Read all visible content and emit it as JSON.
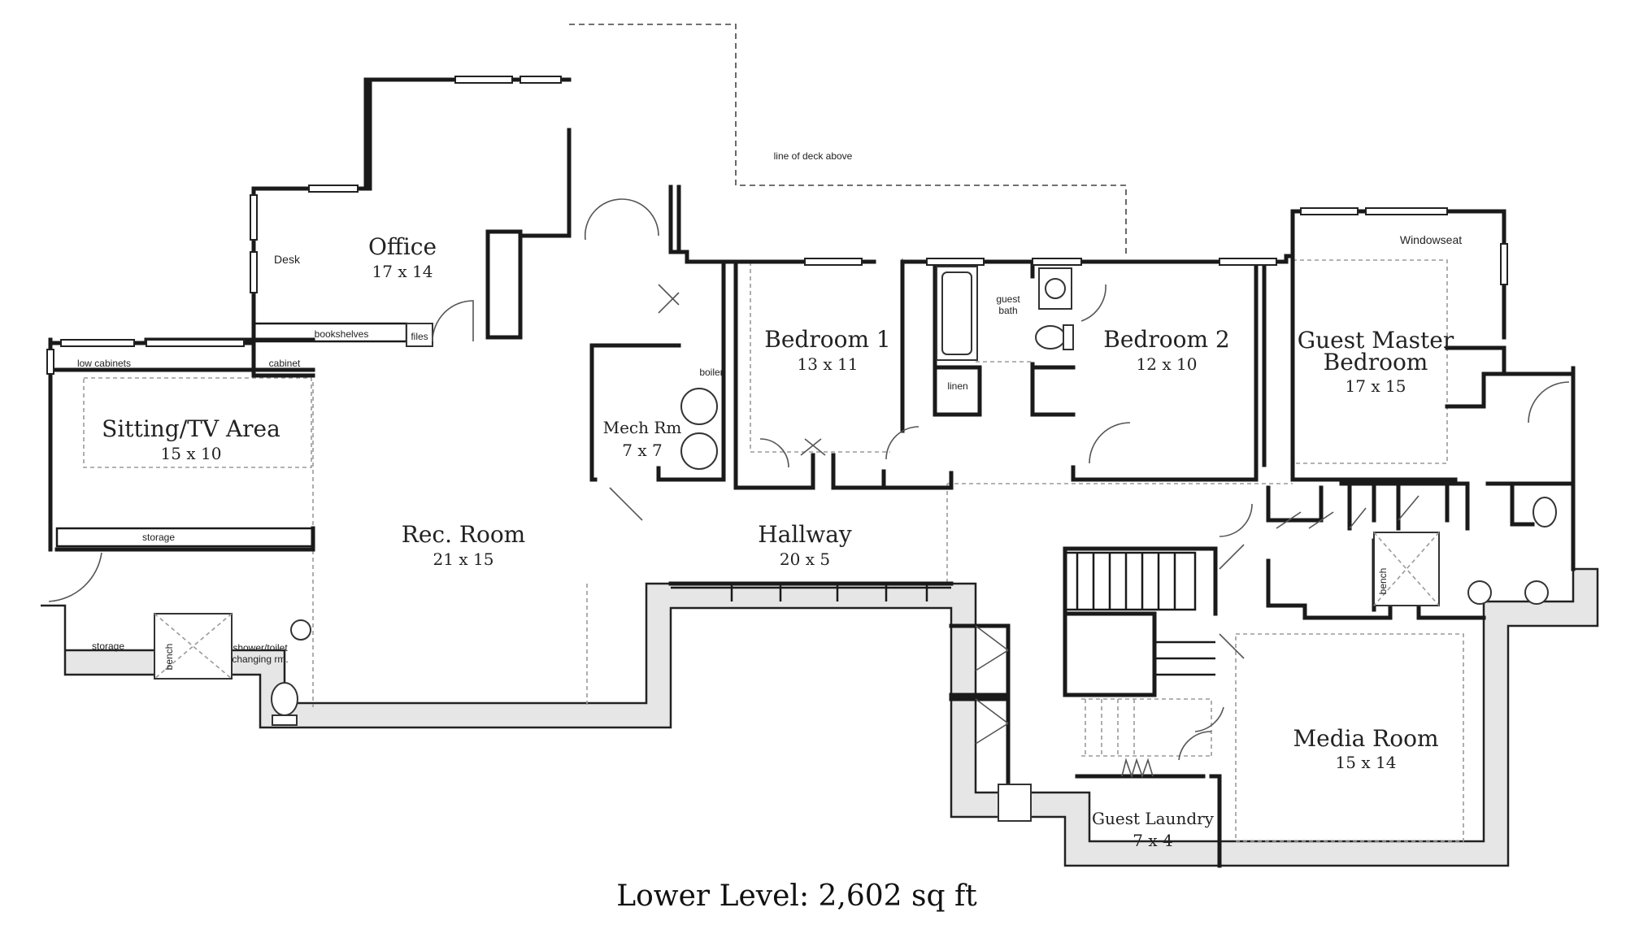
{
  "rooms": {
    "office": {
      "name": "Office",
      "size": "17 x 14"
    },
    "sitting": {
      "name": "Sitting/TV Area",
      "size": "15 x 10"
    },
    "rec": {
      "name": "Rec. Room",
      "size": "21 x 15"
    },
    "mech": {
      "name": "Mech Rm",
      "size": "7 x 7"
    },
    "bedroom1": {
      "name": "Bedroom 1",
      "size": "13 x 11"
    },
    "bedroom2": {
      "name": "Bedroom 2",
      "size": "12 x 10"
    },
    "guest_master": {
      "name_line1": "Guest Master",
      "name_line2": "Bedroom",
      "size": "17 x 15"
    },
    "hallway": {
      "name": "Hallway",
      "size": "20 x 5"
    },
    "media": {
      "name": "Media Room",
      "size": "15 x 14"
    },
    "laundry": {
      "name": "Guest Laundry",
      "size": "7 x 4"
    }
  },
  "notes": {
    "desk": "Desk",
    "bookshelves": "bookshelves",
    "files": "files",
    "low_cabinets": "low cabinets",
    "cabinet": "cabinet",
    "storage_1": "storage",
    "storage_2": "storage",
    "bench_1": "bench",
    "bench_2": "bench",
    "shower_line1": "shower/toilet",
    "shower_line2": "changing rm.",
    "boiler": "boiler",
    "guest_line1": "guest",
    "guest_line2": "bath",
    "linen": "linen",
    "windowseat": "Windowseat",
    "deck": "line of deck above"
  },
  "caption": "Lower Level:  2,602 sq ft"
}
